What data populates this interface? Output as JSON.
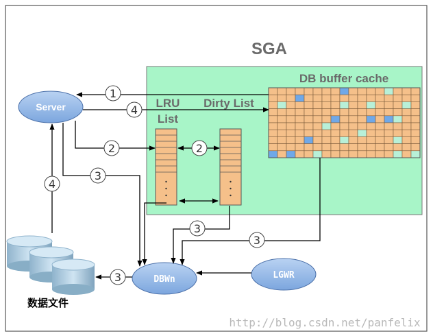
{
  "sga_title": "SGA",
  "db_buffer_cache": "DB buffer cache",
  "lru_line1": "LRU",
  "lru_line2": "List",
  "dirty_list": "Dirty List",
  "server": "Server",
  "dbwn": "DBWn",
  "lgwr": "LGWR",
  "datafiles": "数据文件",
  "watermark": "http://blog.csdn.net/panfelix",
  "step_labels": {
    "s1": "1",
    "s2a": "2",
    "s2b": "2",
    "s3a": "3",
    "s3b": "3",
    "s3c": "3",
    "s3d": "3",
    "s4a": "4",
    "s4b": "4"
  },
  "colors": {
    "sga_fill": "#a8f5c8",
    "buffer_fill": "#f5c08a",
    "clean_block": "#b8f0d8",
    "dirty_block": "#6fa8e8",
    "process_fill": "#8bb4e8",
    "disk_fill": "#9cc2da"
  }
}
